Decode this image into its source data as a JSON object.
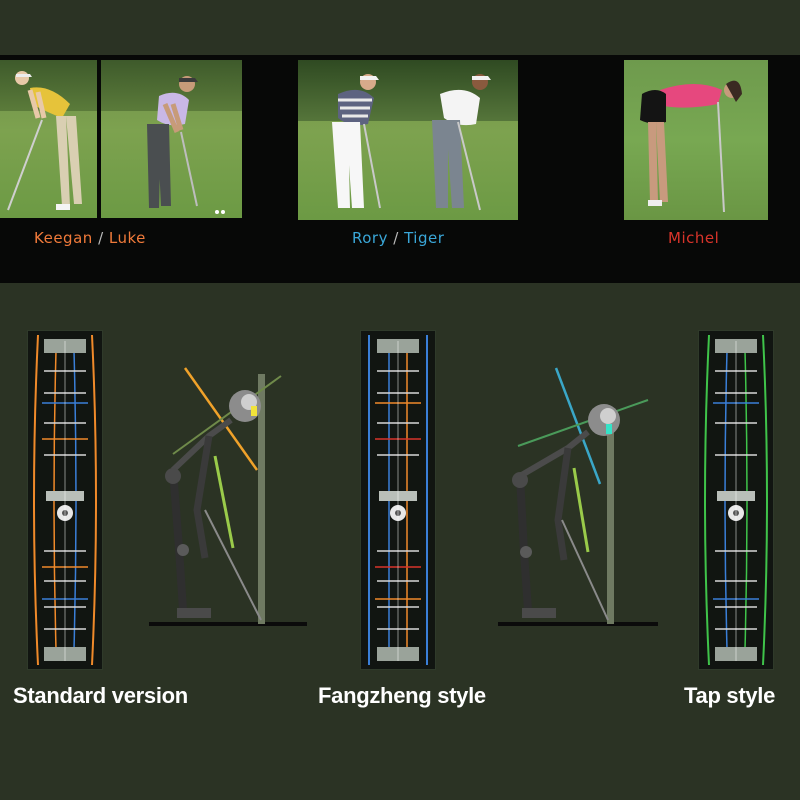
{
  "captions": {
    "group1": {
      "left": "Keegan",
      "sep": "/",
      "right": "Luke",
      "color_left": "#f07a3a",
      "color_right": "#f07a3a"
    },
    "group2": {
      "left": "Rory",
      "sep": "/",
      "right": "Tiger",
      "color_left": "#3aa7d8",
      "color_right": "#3aa7d8"
    },
    "group3": {
      "name": "Michel",
      "color": "#d8342a"
    }
  },
  "labels": {
    "standard": "Standard version",
    "fangzheng": "Fangzheng style",
    "tap": "Tap style"
  },
  "colors": {
    "background": "#2b3324",
    "band": "#070807",
    "standard_accent": "#f08a2a",
    "fangzheng_accent": "#3a7fd8",
    "tap_accent": "#3fc44a",
    "ball_marker_yellow": "#f1e33a",
    "ball_marker_cyan": "#35e3c7"
  },
  "icons": {
    "putting_mat": "mirror-mat-icon",
    "putting_figure": "putting-stance-figure-icon",
    "golfer_photo": "golfer-photo"
  }
}
